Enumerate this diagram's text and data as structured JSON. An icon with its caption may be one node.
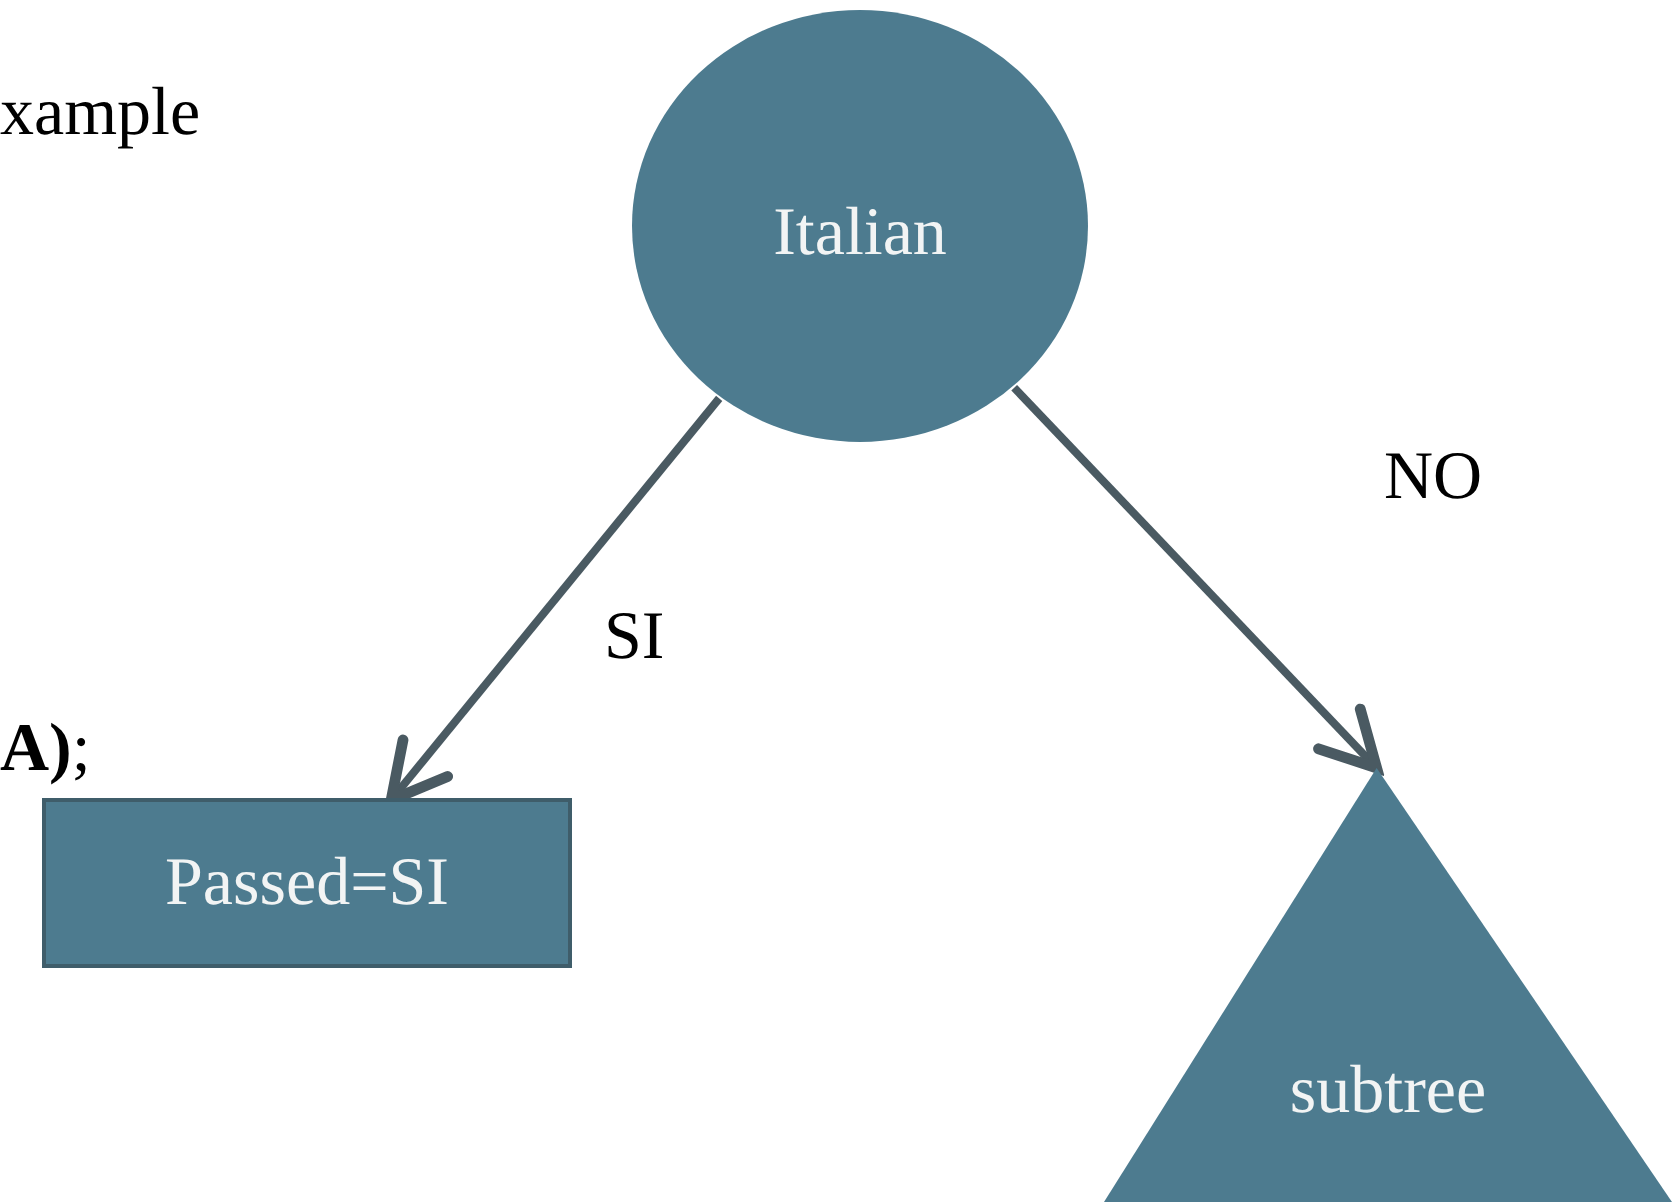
{
  "diagram": {
    "nodes": [
      {
        "text": [
          "Italian"
        ]
      },
      {
        "text": [
          "Passed=SI"
        ]
      },
      {
        "text": [
          "subtree"
        ]
      }
    ],
    "edges": [
      {
        "from": 0,
        "to": 1,
        "arrow": "to",
        "label": "SI"
      },
      {
        "from": 0,
        "to": 2,
        "arrow": "to",
        "label": "NO"
      }
    ],
    "labels": [
      "xample",
      "**A)**;"
    ]
  }
}
